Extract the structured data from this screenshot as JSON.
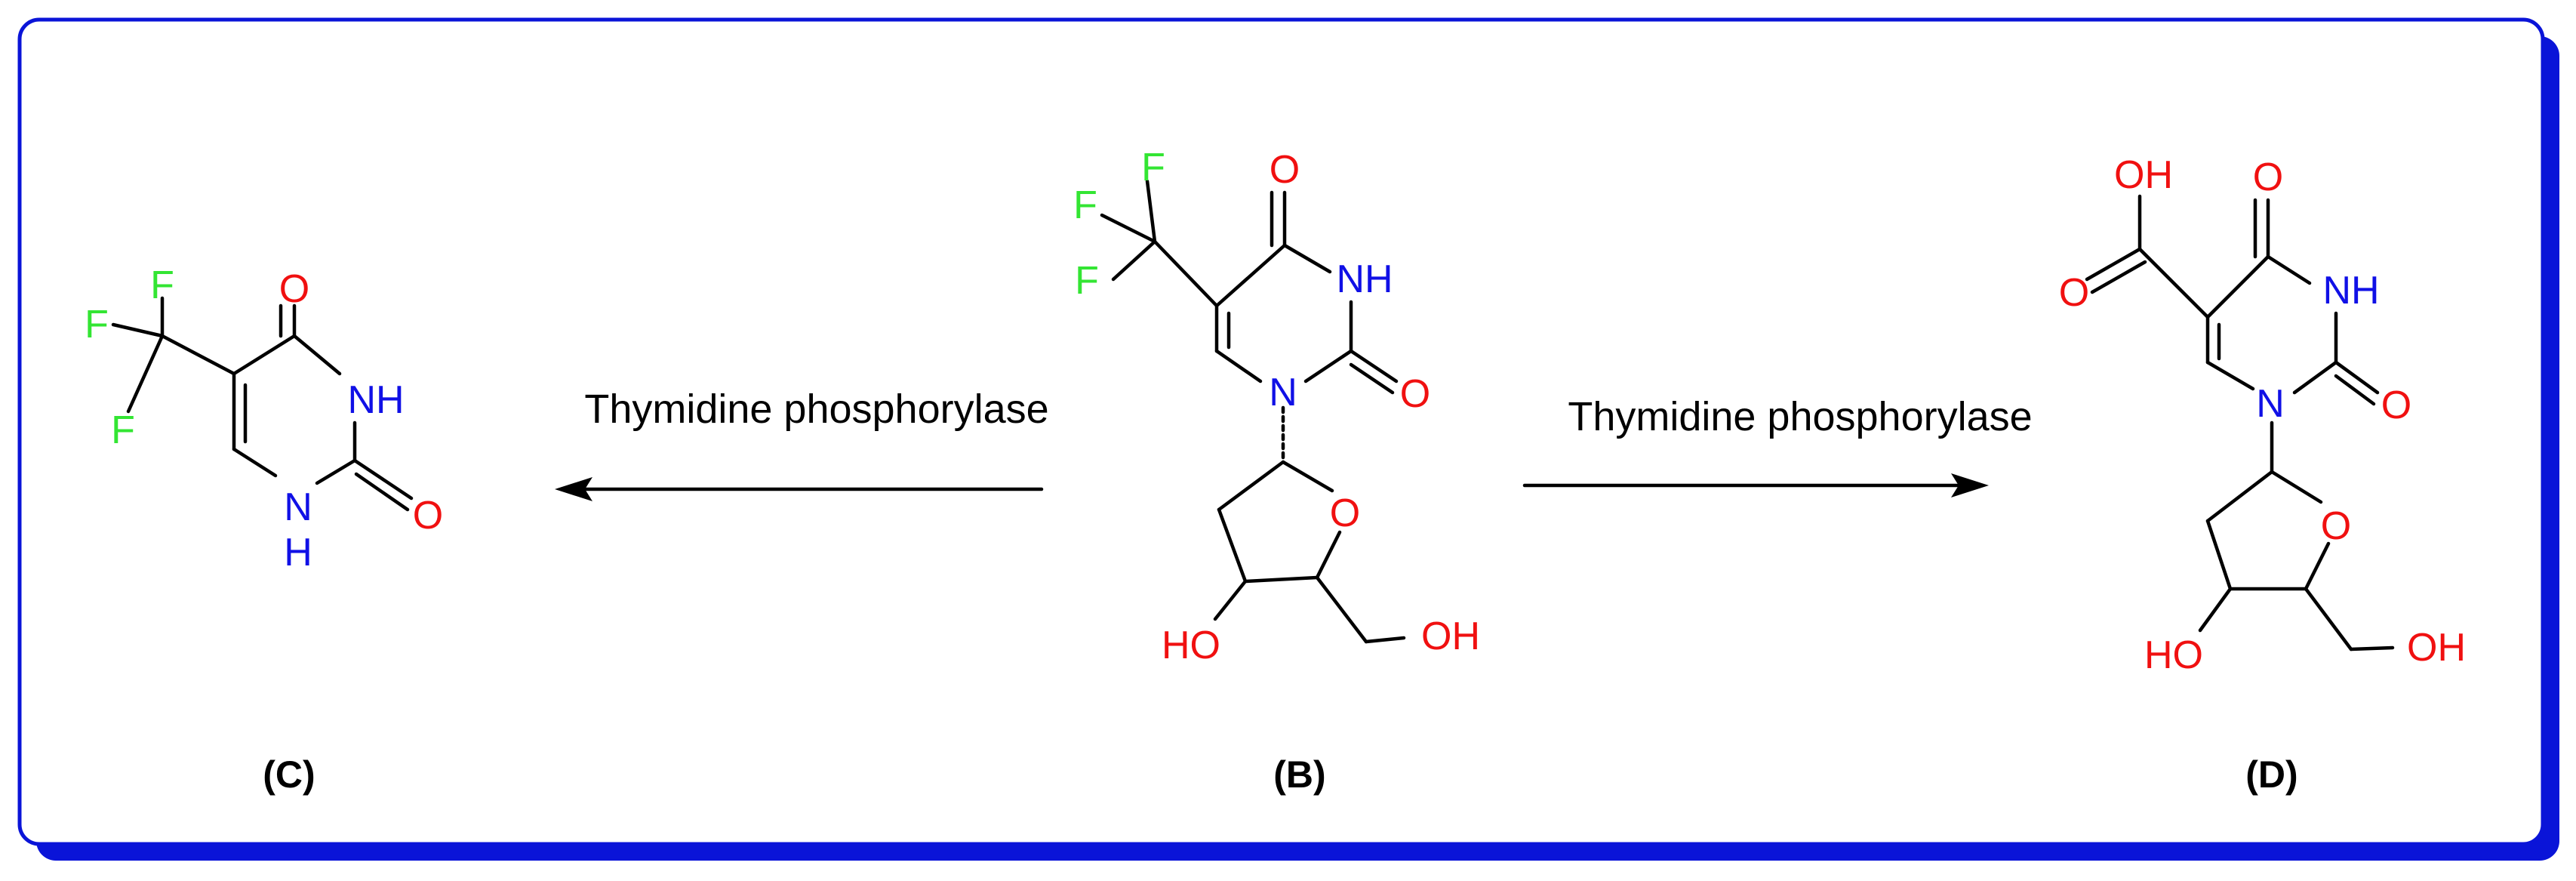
{
  "colors": {
    "frame": "#0a14d8",
    "frame_shadow": "#0a14d8",
    "fluorine": "#33e533",
    "oxygen": "#f01010",
    "nitrogen": "#1010e6",
    "bond": "#000000"
  },
  "atoms": {
    "F": "F",
    "O": "O",
    "N": "N",
    "NH": "NH",
    "H": "H",
    "OH": "OH",
    "HO": "HO"
  },
  "arrows": {
    "left_label": "Thymidine phosphorylase",
    "right_label": "Thymidine phosphorylase"
  },
  "compounds": {
    "C": "(C)",
    "B": "(B)",
    "D": "(D)"
  }
}
